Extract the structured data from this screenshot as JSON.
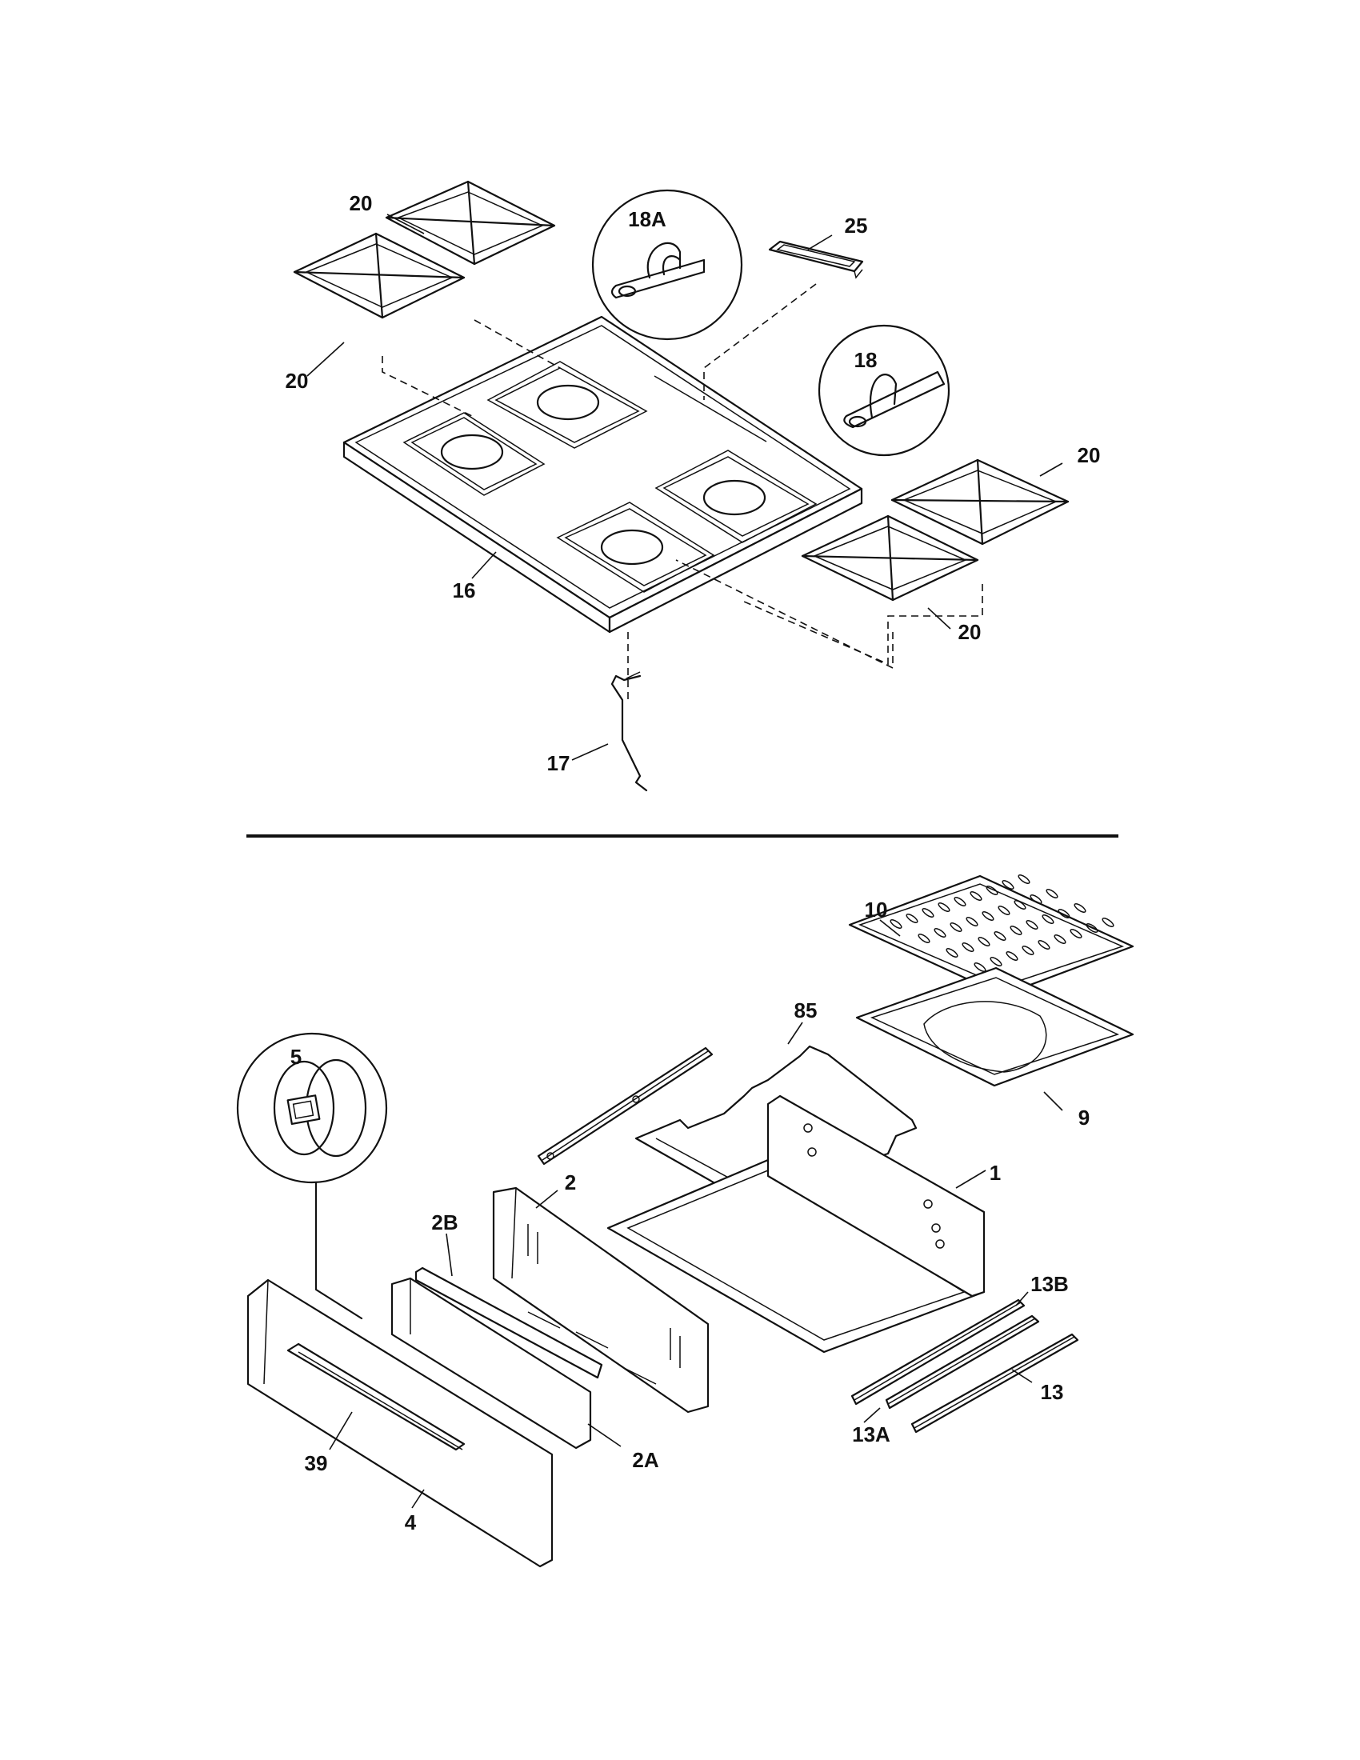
{
  "callouts": {
    "c20_tl": "20",
    "c20_bl": "20",
    "c20_tr": "20",
    "c20_br": "20",
    "c18a": "18A",
    "c25": "25",
    "c18": "18",
    "c16": "16",
    "c17": "17",
    "c10": "10",
    "c85": "85",
    "c5": "5",
    "c9": "9",
    "c2": "2",
    "c1": "1",
    "c2b": "2B",
    "c13b": "13B",
    "c13": "13",
    "c13a": "13A",
    "c2a": "2A",
    "c39": "39",
    "c4": "4"
  }
}
